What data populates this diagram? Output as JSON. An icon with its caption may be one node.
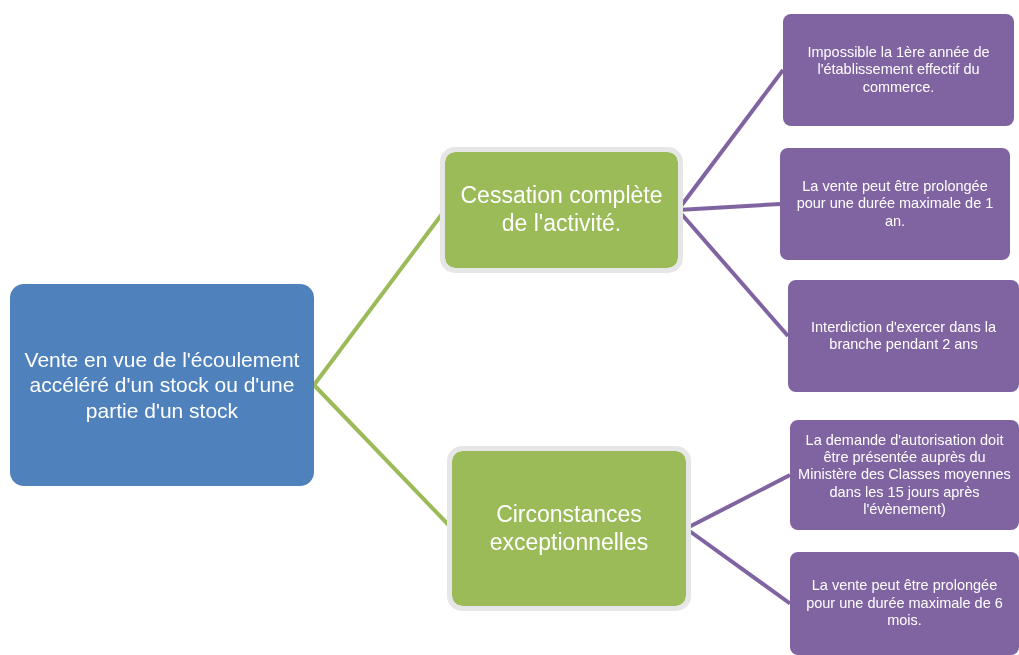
{
  "diagram": {
    "nodes": [
      {
        "text": [
          "Vente en vue de l'écoulement accéléré d'un stock ou d'une partie d'un stock"
        ]
      },
      {
        "text": [
          "Cessation complète de l'activité."
        ]
      },
      {
        "text": [
          "Circonstances exceptionnelles"
        ]
      },
      {
        "text": [
          "Impossible la 1ère année de l'établissement effectif du commerce."
        ]
      },
      {
        "text": [
          "La vente peut être prolongée pour une durée maximale de 1 an."
        ]
      },
      {
        "text": [
          "Interdiction d'exercer dans la branche pendant 2 ans"
        ]
      },
      {
        "text": [
          "La demande d'autorisation doit être présentée auprès du Ministère des Classes moyennes dans les  15 jours après l'évènement)"
        ]
      },
      {
        "text": [
          "La vente peut être prolongée pour une durée maximale de 6 mois."
        ]
      }
    ],
    "edges": [
      {
        "from": 0,
        "to": 1,
        "arrow": "none",
        "color": "#9bbb59"
      },
      {
        "from": 0,
        "to": 2,
        "arrow": "none",
        "color": "#9bbb59"
      },
      {
        "from": 1,
        "to": 3,
        "arrow": "none"
      },
      {
        "from": 1,
        "to": 4,
        "arrow": "none"
      },
      {
        "from": 1,
        "to": 5,
        "arrow": "none"
      },
      {
        "from": 2,
        "to": 6,
        "arrow": "none"
      },
      {
        "from": 2,
        "to": 7,
        "arrow": "none"
      }
    ]
  }
}
